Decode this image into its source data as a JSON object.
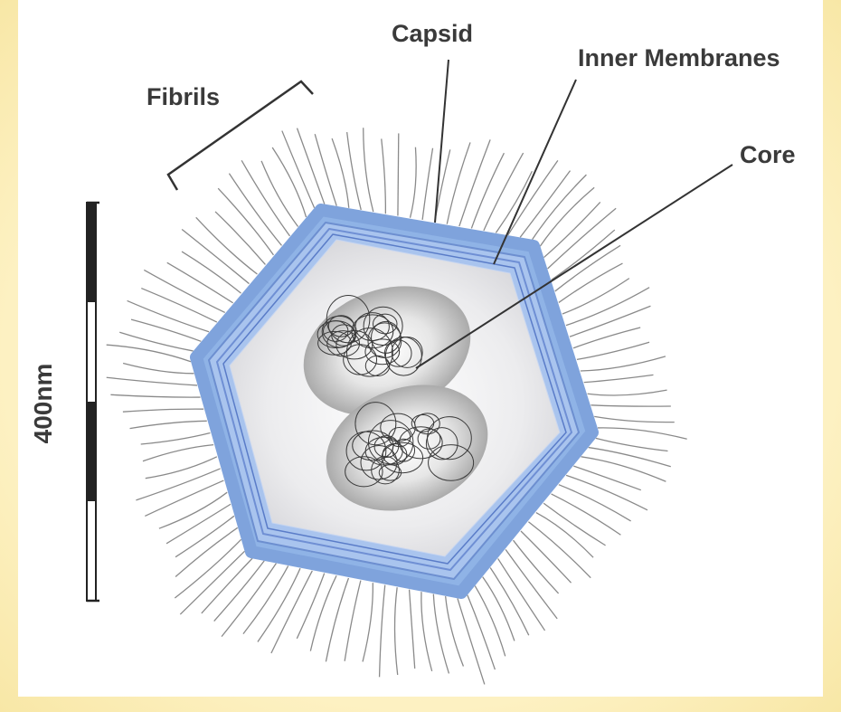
{
  "labels": {
    "capsid": "Capsid",
    "inner_membranes": "Inner Membranes",
    "fibrils": "Fibrils",
    "core": "Core"
  },
  "scale_bar": {
    "label": "400nm"
  },
  "colors": {
    "background": "#fdf3c9",
    "capsid": "#8fb3e6",
    "capsid_inner": "#a9c4ee",
    "interior": "#f4f4f6",
    "core": "#b8b8b8",
    "fibrils": "#8a8a8a",
    "text": "#3a3a3a"
  }
}
